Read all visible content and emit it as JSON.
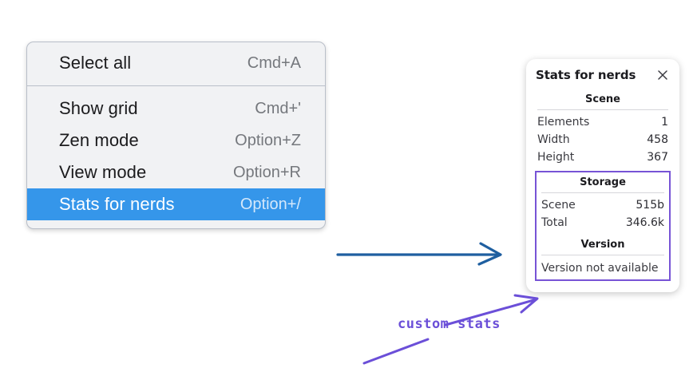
{
  "context_menu": {
    "groups": [
      {
        "items": [
          {
            "label": "Select all",
            "shortcut": "Cmd+A",
            "selected": false
          }
        ]
      },
      {
        "items": [
          {
            "label": "Show grid",
            "shortcut": "Cmd+'",
            "selected": false
          },
          {
            "label": "Zen mode",
            "shortcut": "Option+Z",
            "selected": false
          },
          {
            "label": "View mode",
            "shortcut": "Option+R",
            "selected": false
          },
          {
            "label": "Stats for nerds",
            "shortcut": "Option+/",
            "selected": true
          }
        ]
      }
    ],
    "highlight_color": "#3596ea",
    "background_color": "#f1f2f4"
  },
  "stats_panel": {
    "title": "Stats for nerds",
    "close_icon": "close-icon",
    "sections": [
      {
        "heading": "Scene",
        "rows": [
          {
            "label": "Elements",
            "value": "1"
          },
          {
            "label": "Width",
            "value": "458"
          },
          {
            "label": "Height",
            "value": "367"
          }
        ]
      },
      {
        "heading": "Storage",
        "rows": [
          {
            "label": "Scene",
            "value": "515b"
          },
          {
            "label": "Total",
            "value": "346.6k"
          }
        ]
      },
      {
        "heading": "Version",
        "note": "Version not available"
      }
    ],
    "highlight_border_color": "#7753d6"
  },
  "annotations": {
    "callout_text": "custom stats",
    "callout_color": "#6b4fd8",
    "flow_arrow_color": "#1f5fa0"
  }
}
